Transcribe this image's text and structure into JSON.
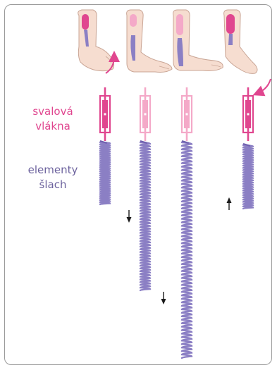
{
  "labels": {
    "muscle_line1": "svalová",
    "muscle_line2": "vlákna",
    "tendon_line1": "elementy",
    "tendon_line2": "šlach"
  },
  "colors": {
    "muscle": "#e0468f",
    "muscle_light": "#f4a9c8",
    "tendon": "#8b7fc4",
    "tendon_dark": "#6f5fae",
    "skin": "#f6ddd0",
    "skin_outline": "#c9a595",
    "label_muscle": "#e0468f",
    "label_tendon": "#6d639e",
    "arrow": "#1a1a1a"
  },
  "icons": [
    "foot-icon",
    "curved-arrow-up-icon",
    "curved-arrow-down-icon",
    "arrow-down-icon",
    "arrow-up-icon",
    "spring-icon",
    "sarcomere-icon"
  ]
}
